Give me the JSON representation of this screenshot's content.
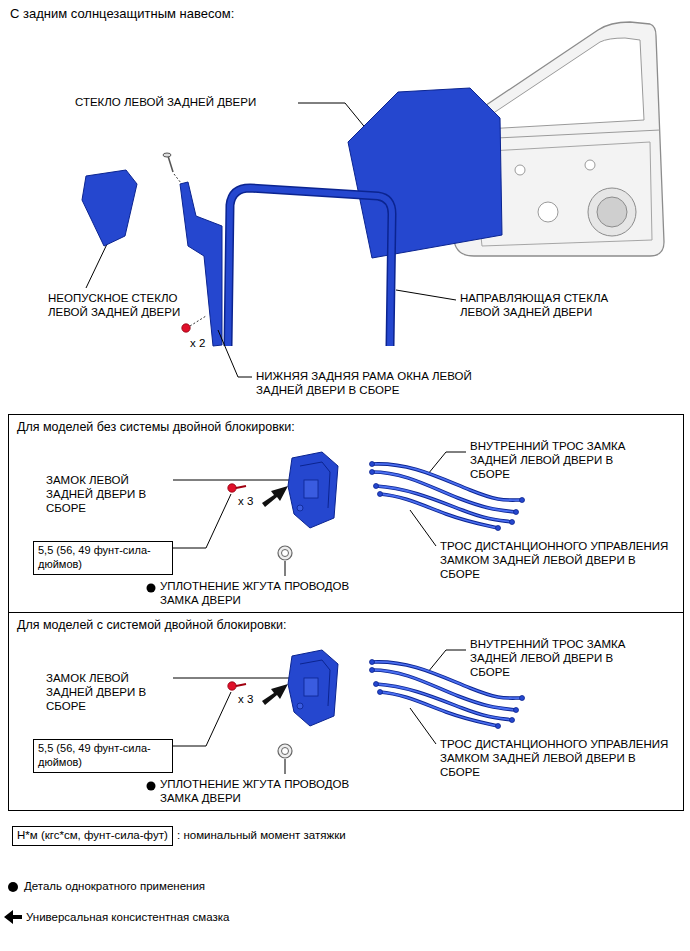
{
  "diagram": {
    "title": "С задним солнцезащитным навесом:",
    "nodes": [
      {
        "text": [
          "Для моделей без системы двойной блокировки:"
        ]
      },
      {
        "text": [
          "5,5 (56, 49 фунт-сила-дюймов)"
        ],
        "in": 0
      },
      {
        "text": [
          "Для моделей с системой двойной блокировки:"
        ]
      },
      {
        "text": [
          "5,5 (56, 49 фунт-сила-дюймов)"
        ],
        "in": 2
      },
      {
        "text": [
          "Н*м (кгс*см, фунт-сила-фут)"
        ]
      }
    ],
    "labels": [
      "СТЕКЛО ЛЕВОЙ ЗАДНЕЙ ДВЕРИ",
      "НЕОПУСКНОЕ СТЕКЛО ЛЕВОЙ ЗАДНЕЙ ДВЕРИ",
      "x 2",
      "НАПРАВЛЯЮЩАЯ СТЕКЛА ЛЕВОЙ ЗАДНЕЙ ДВЕРИ",
      "НИЖНЯЯ ЗАДНЯЯ РАМА ОКНА ЛЕВОЙ ЗАДНЕЙ ДВЕРИ В СБОРЕ",
      "ВНУТРЕННИЙ ТРОС ЗАМКА ЗАДНЕЙ ЛЕВОЙ ДВЕРИ В СБОРЕ",
      "ЗАМОК ЛЕВОЙ ЗАДНЕЙ ДВЕРИ В СБОРЕ",
      "x 3",
      "ТРОС ДИСТАНЦИОННОГО УПРАВЛЕНИЯ ЗАМКОМ ЗАДНЕЙ ЛЕВОЙ ДВЕРИ В СБОРЕ",
      "УПЛОТНЕНИЕ ЖГУТА ПРОВОДОВ ЗАМКА ДВЕРИ",
      "ВНУТРЕННИЙ ТРОС ЗАМКА ЗАДНЕЙ ЛЕВОЙ ДВЕРИ В СБОРЕ",
      "ЗАМОК ЛЕВОЙ ЗАДНЕЙ ДВЕРИ В СБОРЕ",
      "x 3",
      "ТРОС ДИСТАНЦИОННОГО УПРАВЛЕНИЯ ЗАМКОМ ЗАДНЕЙ ЛЕВОЙ ДВЕРИ В СБОРЕ",
      "УПЛОТНЕНИЕ ЖГУТА ПРОВОДОВ ЗАМКА ДВЕРИ"
    ],
    "legend": [
      {
        "text": ": номинальный момент затяжки"
      },
      {
        "text": "Деталь однократного применения"
      },
      {
        "text": "Универсальная консистентная смазка"
      }
    ]
  }
}
